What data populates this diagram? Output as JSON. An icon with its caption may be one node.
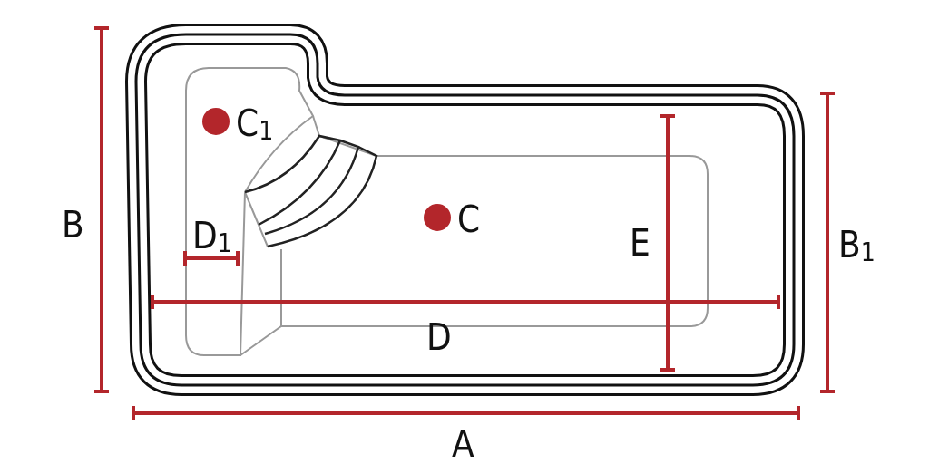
{
  "diagram": {
    "labels": [
      "B",
      "C$_{1}$",
      "C",
      "D$_{1}$",
      "E",
      "B$_{1}$",
      "D",
      "A"
    ]
  }
}
